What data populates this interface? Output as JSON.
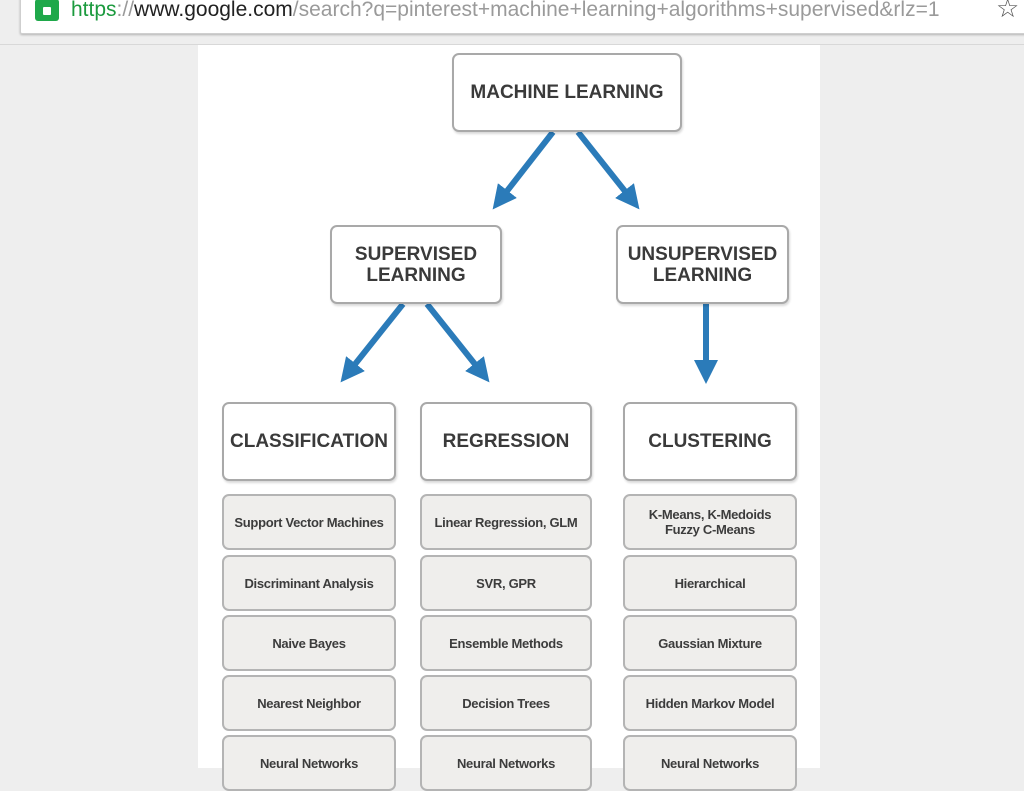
{
  "browser": {
    "url_scheme": "https",
    "url_sep": "://",
    "url_host": "www.google.com",
    "url_path": "/search?q=pinterest+machine+learning+algorithms+supervised&rlz=1"
  },
  "diagram": {
    "root": "MACHINE LEARNING",
    "supervised": "SUPERVISED LEARNING",
    "unsupervised": "UNSUPERVISED LEARNING",
    "arrow_color": "#2b7bb9",
    "columns": [
      {
        "title": "CLASSIFICATION",
        "items": [
          "Support Vector Machines",
          "Discriminant Analysis",
          "Naive Bayes",
          "Nearest Neighbor",
          "Neural Networks"
        ]
      },
      {
        "title": "REGRESSION",
        "items": [
          "Linear Regression, GLM",
          "SVR, GPR",
          "Ensemble Methods",
          "Decision Trees",
          "Neural Networks"
        ]
      },
      {
        "title": "CLUSTERING",
        "items": [
          "K-Means, K-Medoids Fuzzy C-Means",
          "Hierarchical",
          "Gaussian Mixture",
          "Hidden Markov Model",
          "Neural Networks"
        ]
      }
    ]
  }
}
